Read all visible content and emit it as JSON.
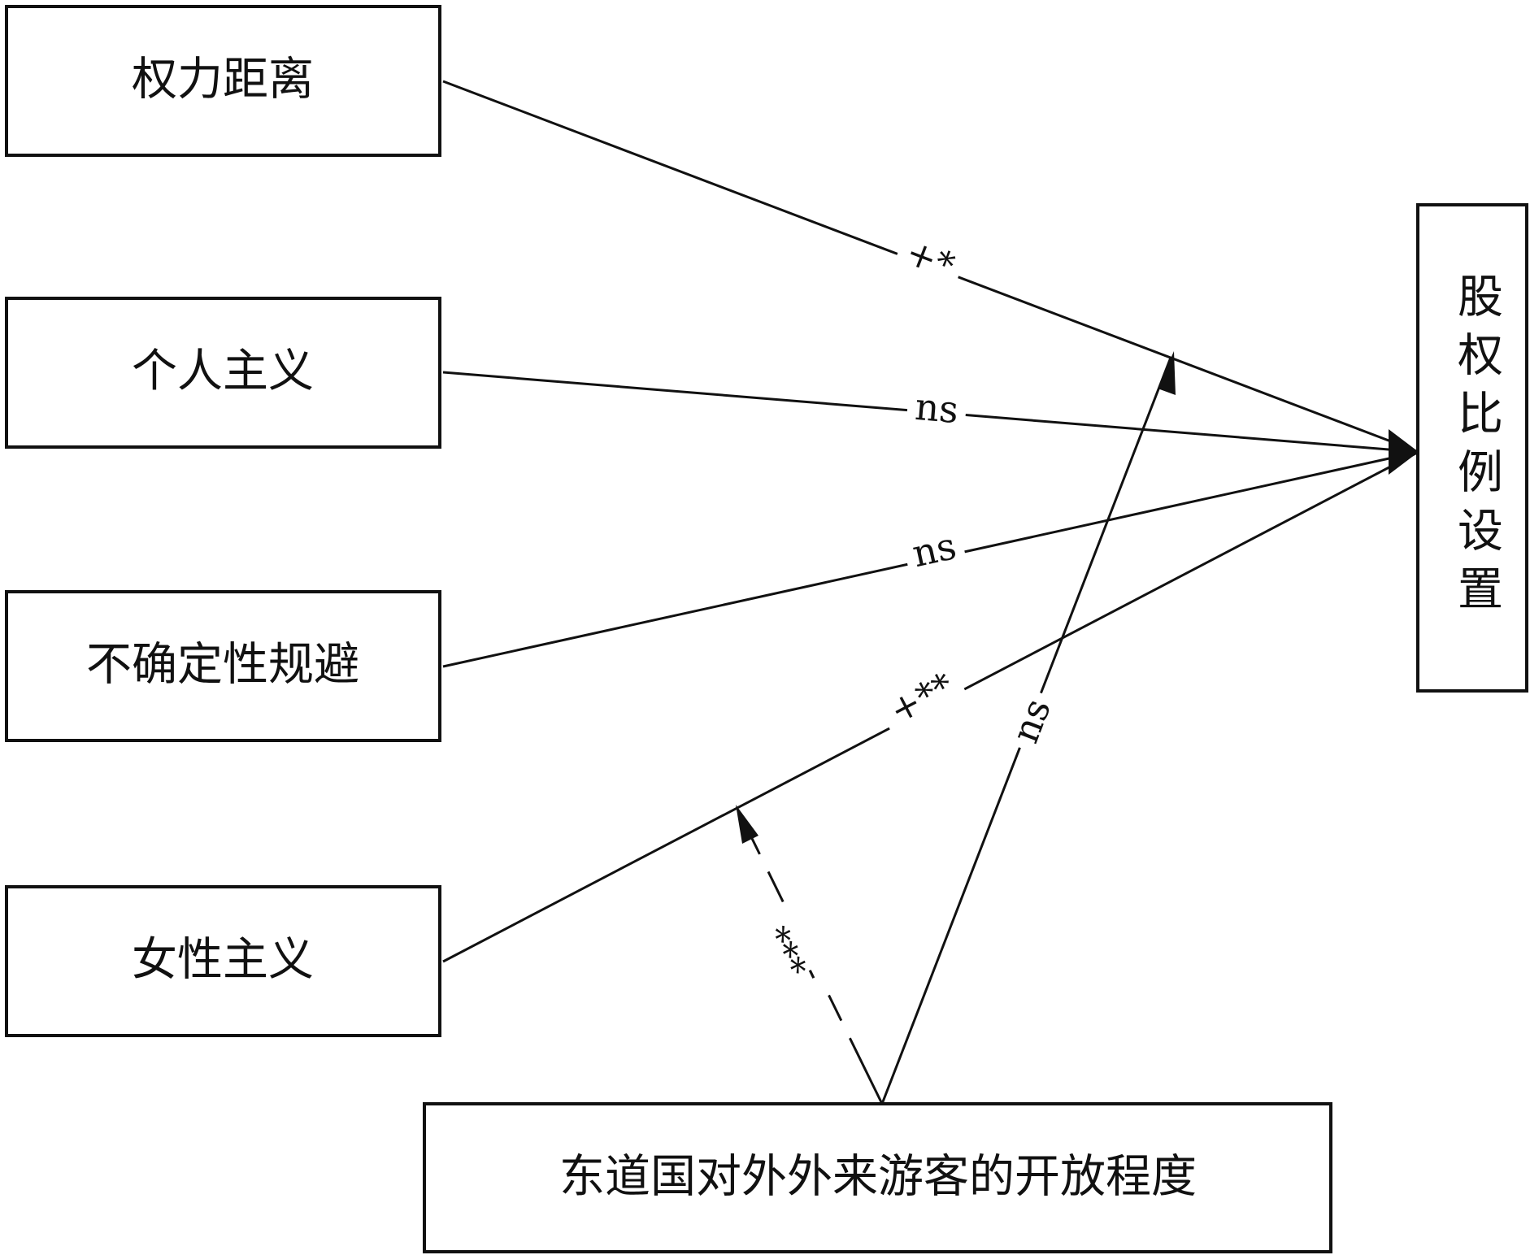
{
  "nodes": {
    "power_distance": "权力距离",
    "individualism": "个人主义",
    "uncertainty_avoidance": "不确定性规避",
    "femininity": "女性主义",
    "equity_ratio": "股权比例设置",
    "host_openness": "东道国对外外来游客的开放程度"
  },
  "edges": {
    "power_distance": "+*",
    "individualism": "ns",
    "uncertainty_avoidance": "ns",
    "femininity": "+**",
    "moderator_femininity": "-***",
    "moderator_power_distance": "ns"
  },
  "colors": {
    "stroke": "#111111",
    "background": "#ffffff"
  }
}
